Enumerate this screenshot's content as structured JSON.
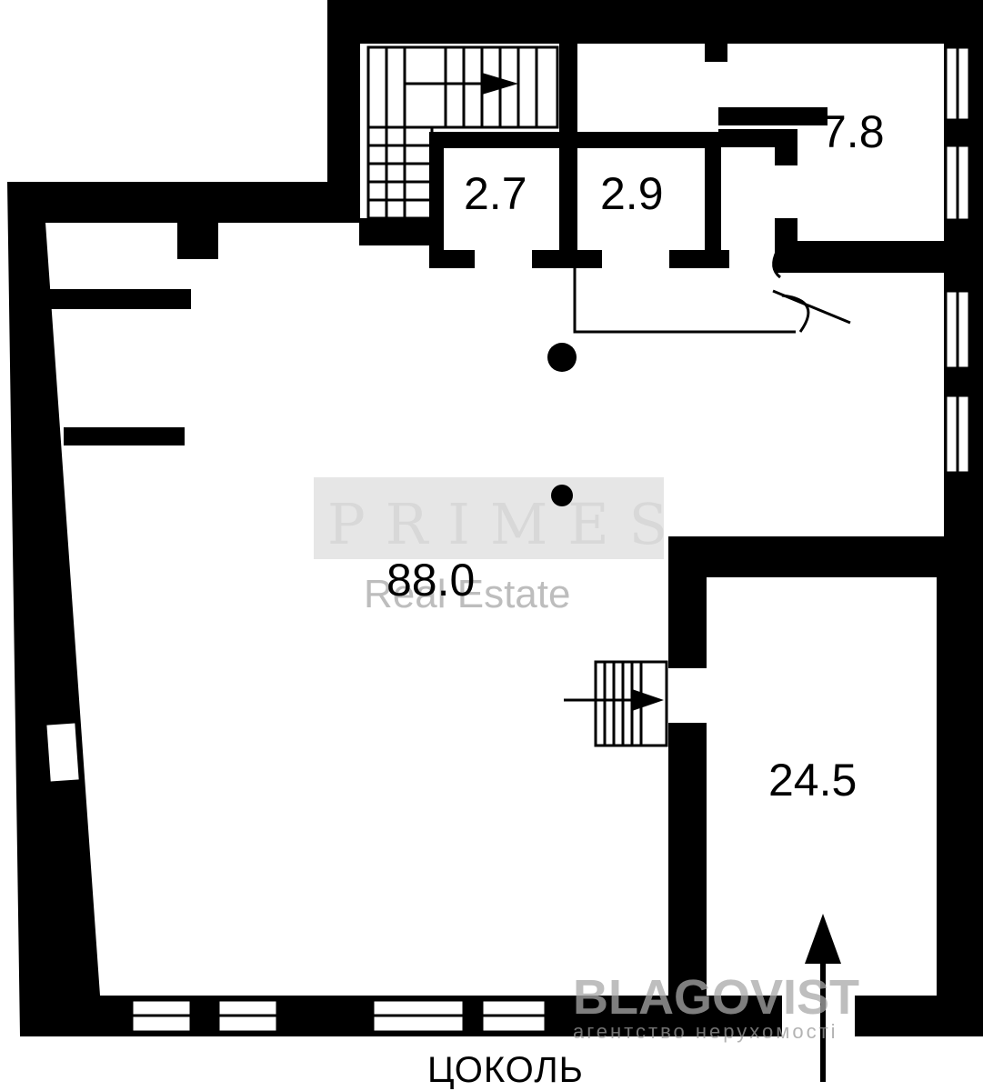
{
  "floor": {
    "label": "ЦОКОЛЬ"
  },
  "rooms": [
    {
      "id": "main-hall",
      "area": "88.0"
    },
    {
      "id": "room-right-lower",
      "area": "24.5"
    },
    {
      "id": "room-right-upper",
      "area": "7.8"
    },
    {
      "id": "room-small-a",
      "area": "2.7"
    },
    {
      "id": "room-small-b",
      "area": "2.9"
    }
  ],
  "watermarks": {
    "primes": {
      "name": "PRIMES",
      "subtitle": "Real Estate"
    },
    "blagovist": {
      "name": "BLAGOVIST",
      "subtitle": "агентство нерухомості"
    }
  },
  "colors": {
    "wall": "#000000",
    "background": "#ffffff",
    "watermark": "#d8d8d8"
  }
}
